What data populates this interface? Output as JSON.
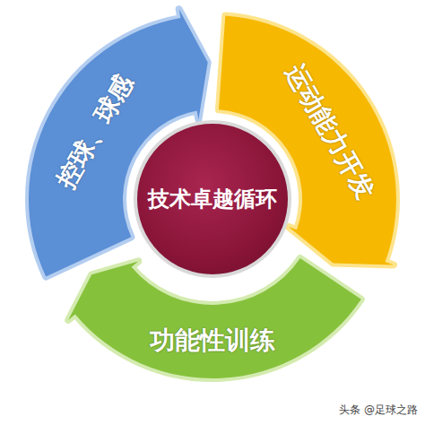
{
  "diagram": {
    "nodes": [
      {
        "text": [
          "技术卓越循环"
        ]
      },
      {
        "text": [
          "控球、球感"
        ]
      },
      {
        "text": [
          "运动能力开发"
        ]
      },
      {
        "text": [
          "功能性训练"
        ]
      }
    ],
    "labels": [
      "头条 @足球之路"
    ]
  }
}
